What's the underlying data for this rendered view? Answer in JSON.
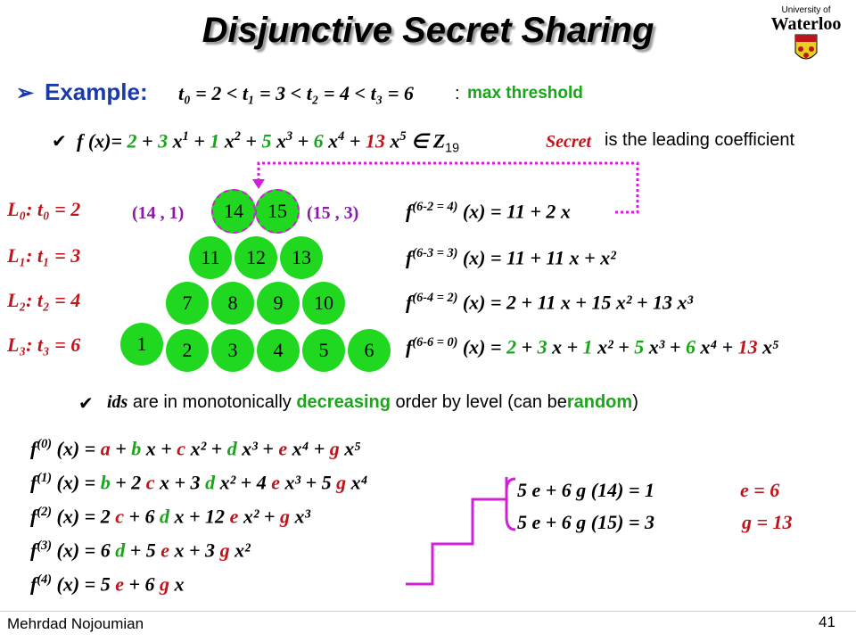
{
  "title": "Disjunctive Secret Sharing",
  "logo": {
    "top": "University of",
    "name": "Waterloo"
  },
  "example": {
    "label": "Example:",
    "thresholds": "t₀ = 2 < t₁ = 3 < t₂ = 4 < t₃ = 6",
    "sep": ":",
    "max": "max threshold"
  },
  "poly": {
    "lhs": "f (x)=",
    "c0": "2",
    "c1": "3",
    "c2": "1",
    "c3": "5",
    "c4": "6",
    "c5": "13",
    "field": "∈ Z",
    "field_sub": "19",
    "secret": "Secret",
    "secret_rest": "is the leading coefficient"
  },
  "levels": [
    {
      "label": "L₀: t₀ = 2"
    },
    {
      "label": "L₁: t₁ = 3"
    },
    {
      "label": "L₂: t₂ = 4"
    },
    {
      "label": "L₃: t₃ = 6"
    }
  ],
  "pairs": {
    "left": "(14 , 1)",
    "right": "(15 , 3)"
  },
  "nodes": [
    "14",
    "15",
    "11",
    "12",
    "13",
    "7",
    "8",
    "9",
    "10",
    "1",
    "2",
    "3",
    "4",
    "5",
    "6"
  ],
  "derivs": [
    {
      "sup": "(6-2 = 4)",
      "rhs": "(x) = 11 + 2 x"
    },
    {
      "sup": "(6-3 = 3)",
      "rhs": "(x) = 11 + 11 x + x²"
    },
    {
      "sup": "(6-4 = 2)",
      "rhs": "(x) = 2 + 11 x + 15 x² + 13 x³"
    },
    {
      "sup": "(6-6 = 0)",
      "rhs_a": "(x) = ",
      "rhs_b": "2",
      "rhs_c": "3",
      "rhs_d": "1",
      "rhs_e": "5",
      "rhs_f": "6",
      "rhs_g": "13"
    }
  ],
  "ids_note": {
    "ids": "ids",
    "t1": "are in monotonically",
    "decreasing": "decreasing",
    "t2": "order by level (can be",
    "random": "random",
    "t3": ")"
  },
  "gen": [
    {
      "sup": "(0)"
    },
    {
      "sup": "(1)"
    },
    {
      "sup": "(2)"
    },
    {
      "sup": "(3)"
    },
    {
      "sup": "(4)"
    }
  ],
  "system": {
    "eq1": "5 e + 6 g (14) = 1",
    "eq2": "5 e + 6 g (15) = 3",
    "sol1": "e = 6",
    "sol2": "g = 13"
  },
  "footer": {
    "author": "Mehrdad Nojoumian",
    "page": "41"
  },
  "colors": {
    "green": "#1aa51a",
    "red": "#c0141b",
    "node": "#1fd81f",
    "purple": "#8a1aa8"
  }
}
